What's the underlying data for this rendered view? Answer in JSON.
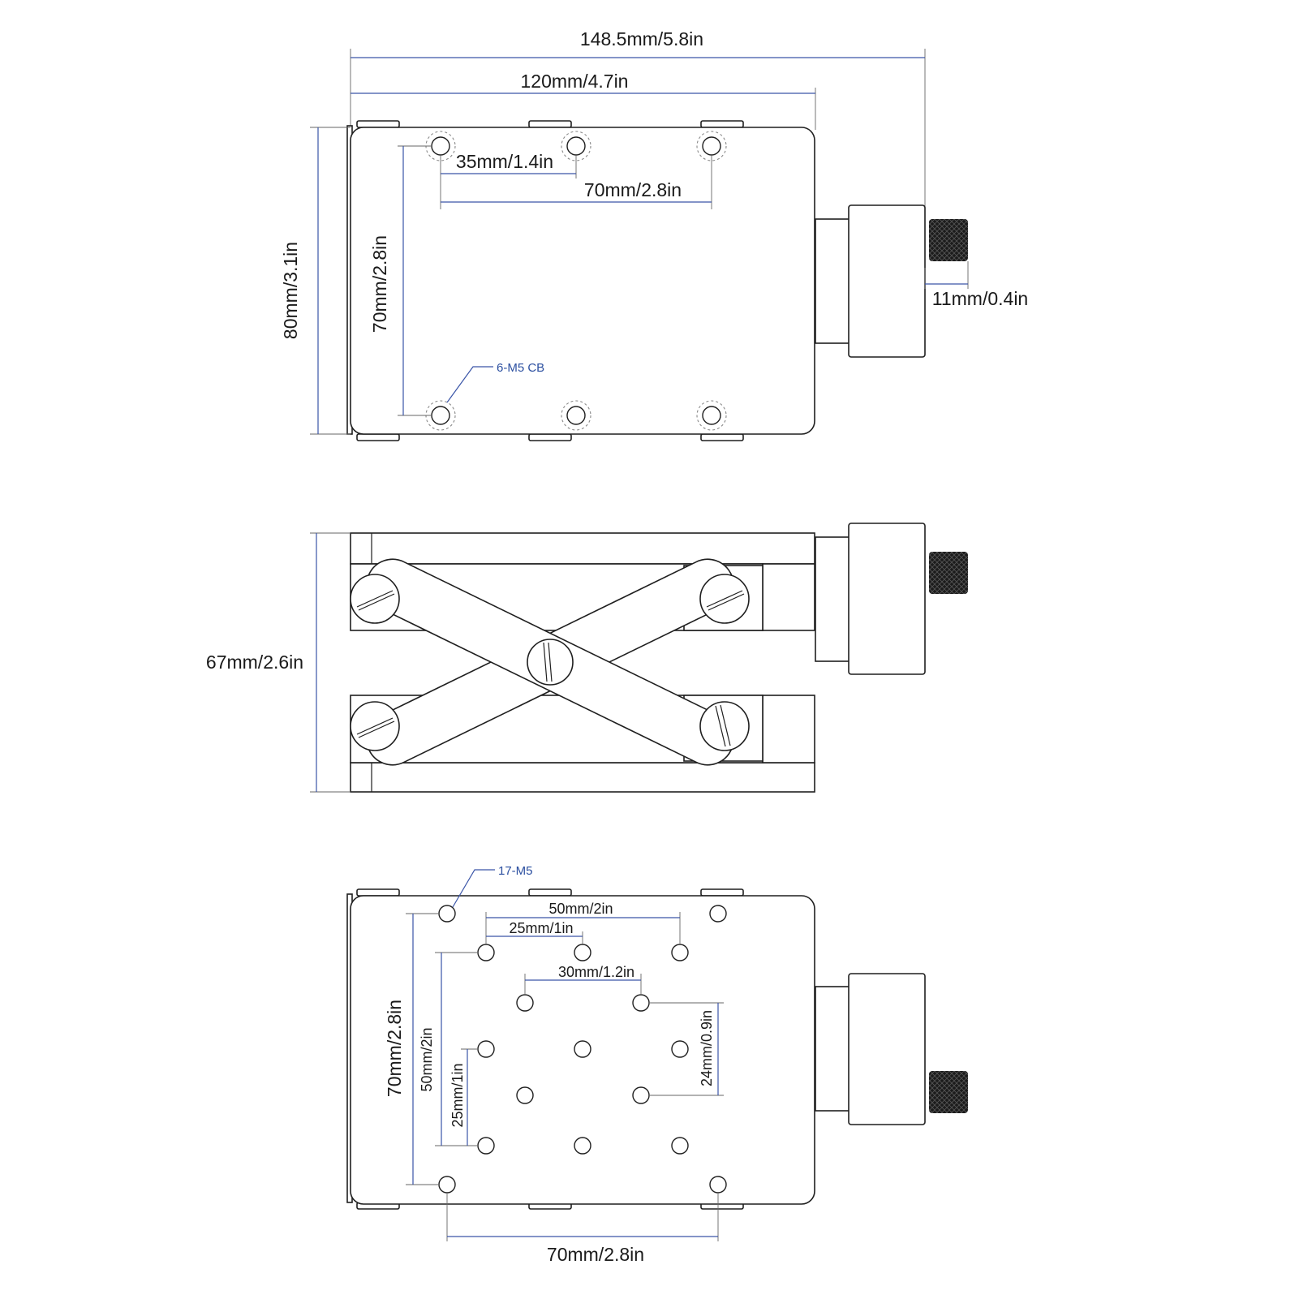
{
  "top_view": {
    "overall_width": "148.5mm/5.8in",
    "body_width": "120mm/4.7in",
    "hole_pitch_small": "35mm/1.4in",
    "hole_pitch_large": "70mm/2.8in",
    "height": "80mm/3.1in",
    "hole_row_spacing": "70mm/2.8in",
    "knob_offset": "11mm/0.4in",
    "hole_callout": "6-M5 CB"
  },
  "side_view": {
    "height": "67mm/2.6in"
  },
  "bottom_view": {
    "hole_callout": "17-M5",
    "pitch_50": "50mm/2in",
    "pitch_25": "25mm/1in",
    "pitch_30": "30mm/1.2in",
    "vertical_70": "70mm/2.8in",
    "vertical_50": "50mm/2in",
    "vertical_25": "25mm/1in",
    "vertical_24": "24mm/0.9in",
    "bottom_width": "70mm/2.8in"
  }
}
